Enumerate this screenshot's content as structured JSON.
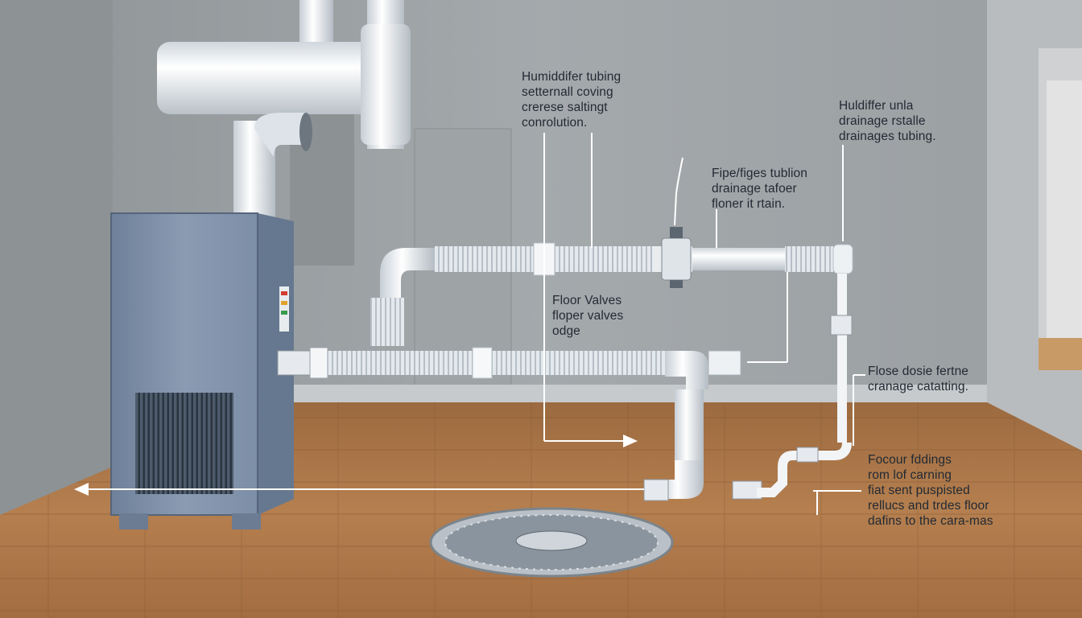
{
  "colors": {
    "wall": "#9ca1a4",
    "floor": "#b07a4c",
    "unit": "#7d8ea6",
    "pipe": "#eef1f4",
    "leader": "#ffffff"
  },
  "labels": {
    "humidifier_tubing": [
      "Humiddifer tubing",
      "setternall coving",
      "crerese saltingt",
      "conrolution."
    ],
    "drainage_tubing": [
      "Huldiffer unla",
      "drainage rstalle",
      "drainages tubing."
    ],
    "pipe_fittings": [
      "Fipe/figes tublion",
      "drainage tafoer",
      "floner it rtain."
    ],
    "floor_valves": [
      "Floor Valves",
      "floper valves",
      "odge"
    ],
    "drainage_catching": [
      "Flose dosie fertne",
      "cranage catatting."
    ],
    "floor_fittings": [
      "Focour fddings",
      "rom lof carning",
      "fiat sent puspisted",
      "rellucs and trdes floor",
      "dafins to the cara-mas"
    ]
  },
  "icons": [
    "humidifier-unit-icon",
    "floor-drain-icon",
    "valve-icon",
    "arrow-left-icon",
    "arrow-right-icon"
  ]
}
